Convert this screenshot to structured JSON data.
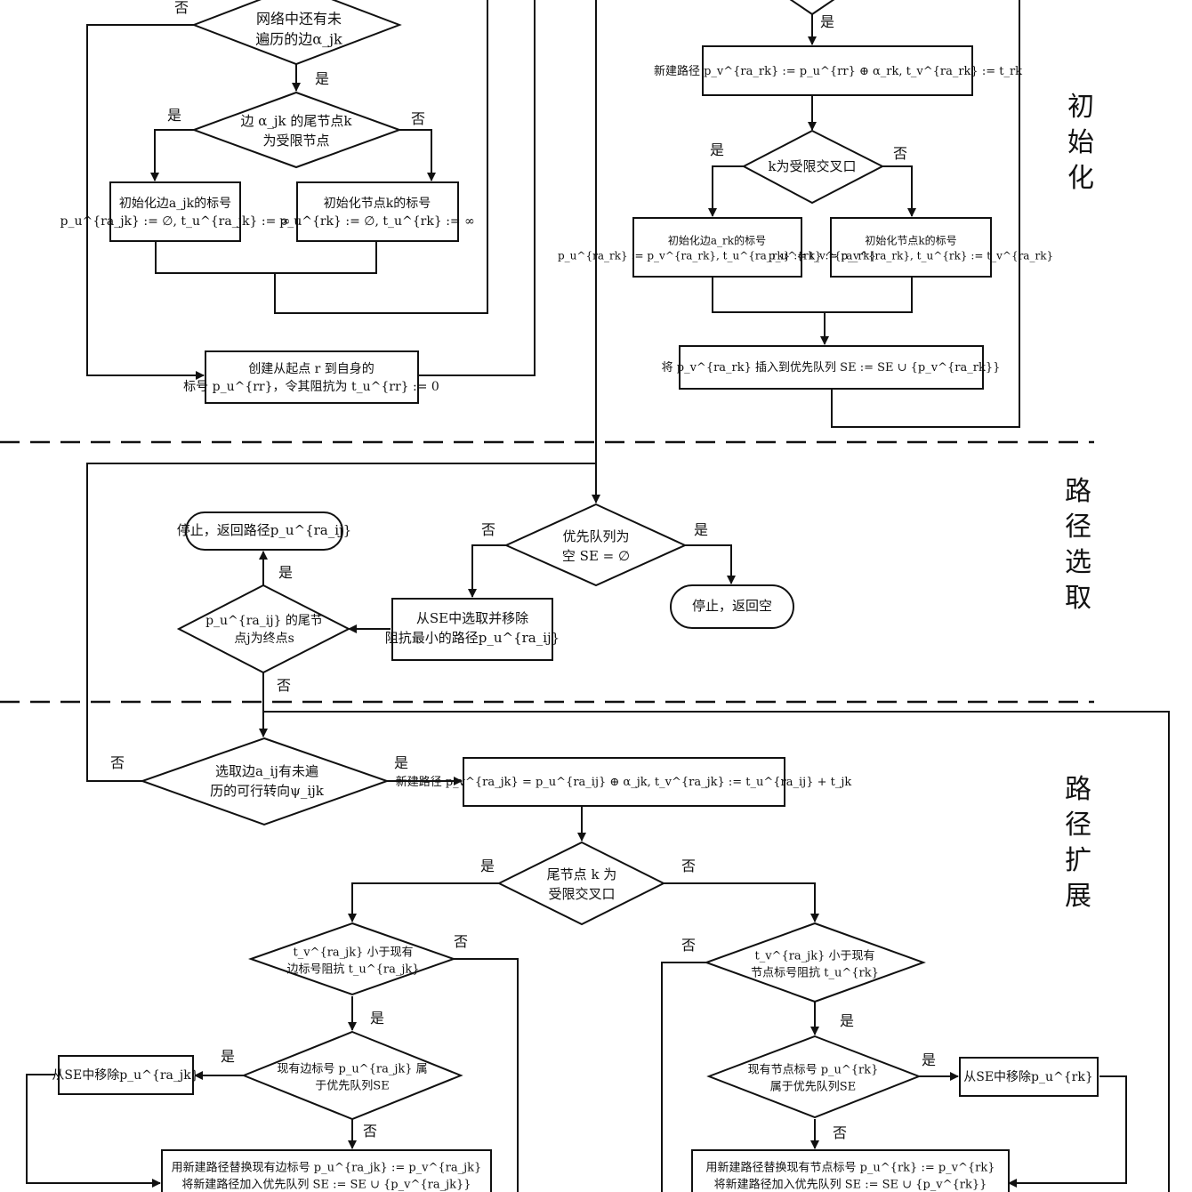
{
  "sections": {
    "init": "初始化",
    "select": "路径选取",
    "expand": "路径扩展"
  },
  "labels": {
    "yes": "是",
    "no": "否"
  },
  "nodes": {
    "d_edges_left": [
      "网络中还有未",
      "遍历的边α_jk"
    ],
    "d_tail_restricted": [
      "边 α_jk 的尾节点k",
      "为受限节点"
    ],
    "b_init_edge": [
      "初始化边a_jk的标号",
      "p_u^{ra_jk} := ∅, t_u^{ra_jk} := ∞"
    ],
    "b_init_node": [
      "初始化节点k的标号",
      "p_u^{rk} := ∅, t_u^{rk} := ∞"
    ],
    "b_create_self": [
      "创建从起点 r 到自身的",
      "标号 p_u^{rr}，令其阻抗为 t_u^{rr} := 0"
    ],
    "b_new_path_init": [
      "新建路径 p_v^{ra_rk} := p_u^{rr} ⊕ α_rk, t_v^{ra_rk} := t_rk"
    ],
    "d_k_restricted": [
      "k为受限交叉口"
    ],
    "b_init_edge_r": [
      "初始化边a_rk的标号",
      "p_u^{ra_rk} := p_v^{ra_rk}, t_u^{ra_rk} := t_v^{ra_rk}"
    ],
    "b_init_node_r": [
      "初始化节点k的标号",
      "p_u^{rk} := p_v^{ra_rk}, t_u^{rk} := t_v^{ra_rk}"
    ],
    "b_insert_se": [
      "将 p_v^{ra_rk} 插入到优先队列 SE := SE ∪ {p_v^{ra_rk}}"
    ],
    "t_stop_path": [
      "停止，返回路径p_u^{ra_ij}"
    ],
    "d_queue_empty": [
      "优先队列为",
      "空 SE = ∅"
    ],
    "t_stop_empty": [
      "停止，返回空"
    ],
    "d_tail_is_dest": [
      "p_u^{ra_ij} 的尾节",
      "点j为终点s"
    ],
    "b_select_min": [
      "从SE中选取并移除",
      "阻抗最小的路径p_u^{ra_ij}"
    ],
    "d_turns_left": [
      "选取边a_ij有未遍",
      "历的可行转向ψ_ijk"
    ],
    "b_new_path_expand": [
      "新建路径  p_v^{ra_jk} = p_u^{ra_ij} ⊕ α_jk, t_v^{ra_jk} := t_u^{ra_ij} + t_jk"
    ],
    "d_tail_k": [
      "尾节点 k 为",
      "受限交叉口"
    ],
    "d_less_edge": [
      "t_v^{ra_jk} 小于现有",
      "边标号阻抗 t_u^{ra_jk}"
    ],
    "d_less_node": [
      "t_v^{ra_jk} 小于现有",
      "节点标号阻抗 t_u^{rk}"
    ],
    "d_edge_in_se": [
      "现有边标号 p_u^{ra_jk} 属",
      "于优先队列SE"
    ],
    "d_node_in_se": [
      "现有节点标号 p_u^{rk}",
      "属于优先队列SE"
    ],
    "b_remove_edge": [
      "从SE中移除p_u^{ra_jk}"
    ],
    "b_remove_node": [
      "从SE中移除p_u^{rk}"
    ],
    "b_replace_edge": [
      "用新建路径替换现有边标号  p_u^{ra_jk} := p_v^{ra_jk}",
      "将新建路径加入优先队列 SE := SE ∪ {p_v^{ra_jk}}"
    ],
    "b_replace_node": [
      "用新建路径替换现有节点标号  p_u^{rk} := p_v^{rk}",
      "将新建路径加入优先队列 SE := SE ∪ {p_v^{rk}}"
    ]
  }
}
